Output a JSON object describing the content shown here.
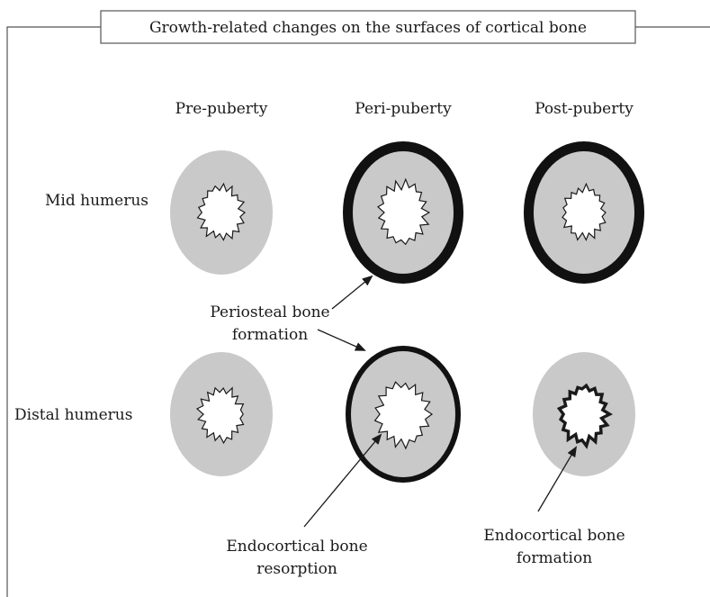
{
  "title": "Growth-related changes on the surfaces of cortical bone",
  "columns": [
    "Pre-puberty",
    "Peri-puberty",
    "Post-puberty"
  ],
  "rows": [
    "Mid humerus",
    "Distal humerus"
  ],
  "annotations": {
    "periosteal_line1": "Periosteal bone",
    "periosteal_line2": "formation",
    "endo_resorption_line1": "Endocortical bone",
    "endo_resorption_line2": "resorption",
    "endo_formation_line1": "Endocortical bone",
    "endo_formation_line2": "formation"
  },
  "colors": {
    "cortex": "#c9c9c9",
    "periosteal_rim": "#111111",
    "frame": "#555555"
  },
  "cross_sections": [
    {
      "row": "Mid humerus",
      "column": "Pre-puberty",
      "periosteal_rim": "none",
      "endocortical_edge": "thin"
    },
    {
      "row": "Mid humerus",
      "column": "Peri-puberty",
      "periosteal_rim": "thick",
      "endocortical_edge": "thin"
    },
    {
      "row": "Mid humerus",
      "column": "Post-puberty",
      "periosteal_rim": "thick",
      "endocortical_edge": "thin"
    },
    {
      "row": "Distal humerus",
      "column": "Pre-puberty",
      "periosteal_rim": "none",
      "endocortical_edge": "thin"
    },
    {
      "row": "Distal humerus",
      "column": "Peri-puberty",
      "periosteal_rim": "medium",
      "endocortical_edge": "thin"
    },
    {
      "row": "Distal humerus",
      "column": "Post-puberty",
      "periosteal_rim": "none",
      "endocortical_edge": "thick"
    }
  ]
}
